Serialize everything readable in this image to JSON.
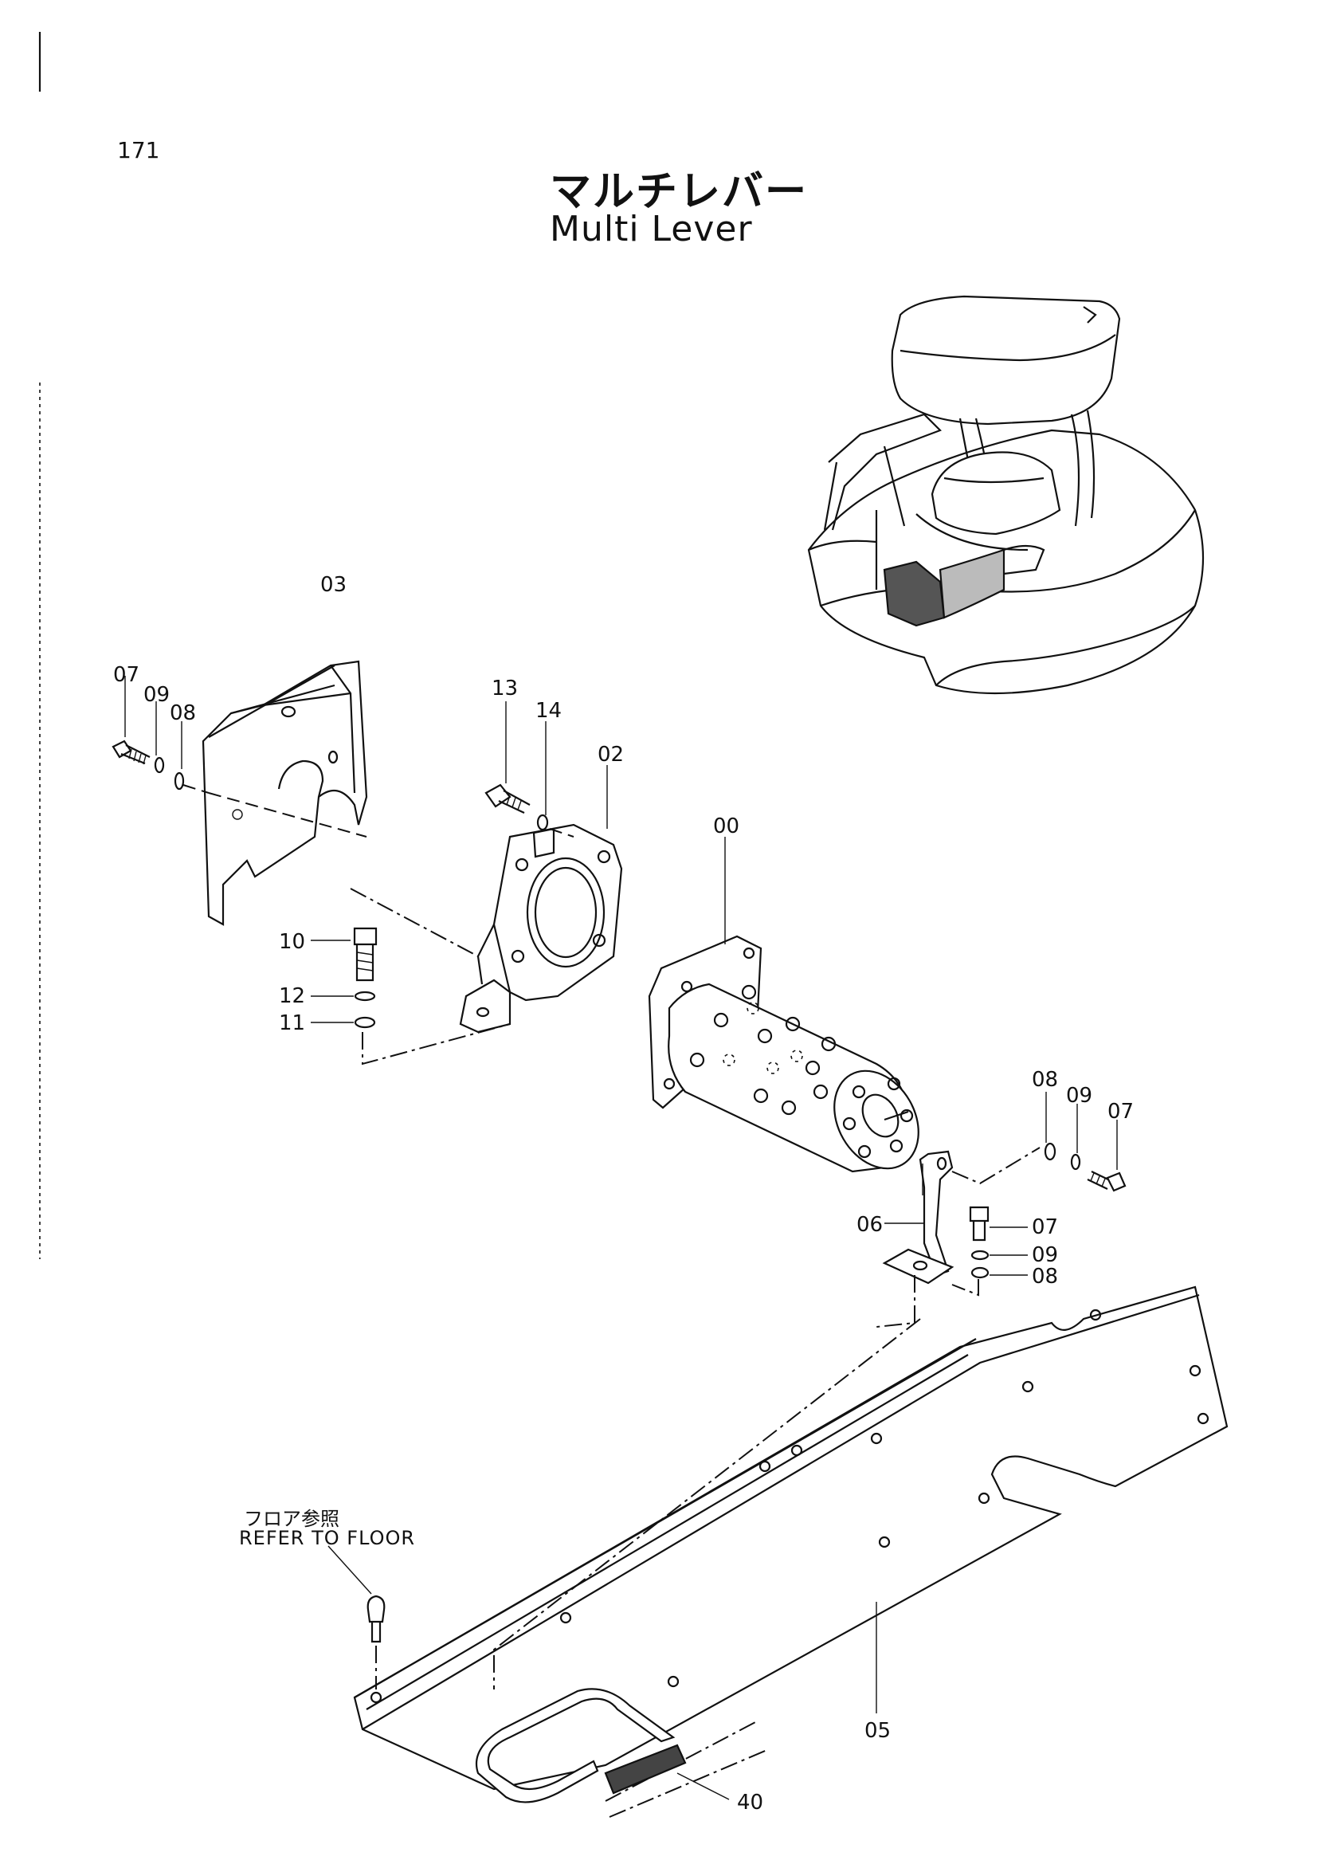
{
  "page_number": "171",
  "title_jp": "マルチレバー",
  "title_en": "Multi Lever",
  "refer_note": {
    "jp": "フロア参照",
    "en": "REFER TO FLOOR"
  },
  "callouts": {
    "c00": "00",
    "c02": "02",
    "c03": "03",
    "c05": "05",
    "c06": "06",
    "c07_left": "07",
    "c07_right_top": "07",
    "c07_right": "07",
    "c08_left": "08",
    "c08_right_top": "08",
    "c08_right": "08",
    "c09_left": "09",
    "c09_right_top": "09",
    "c09_right": "09",
    "c10": "10",
    "c11": "11",
    "c12": "12",
    "c13": "13",
    "c14": "14",
    "c40": "40"
  }
}
